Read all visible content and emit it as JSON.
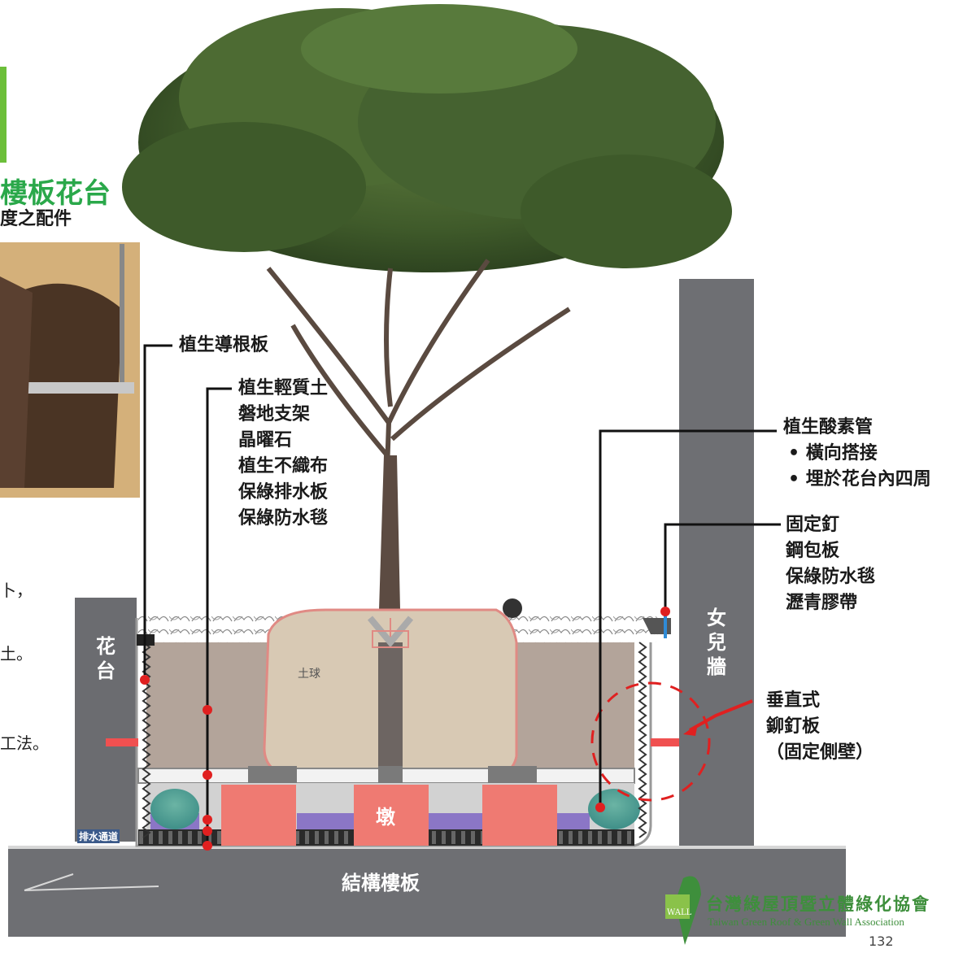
{
  "header": {
    "title_fragment": "樓板花台",
    "subtitle_fragment": "度之配件"
  },
  "side_text": [
    "卜，",
    "土。",
    "工法。"
  ],
  "labels": {
    "root_guide": "植生導根板",
    "soil_group": [
      "植生輕質土",
      "磐地支架",
      "晶曜石",
      "植生不織布",
      "保綠排水板",
      "保綠防水毯"
    ],
    "oxygen_pipe": "植生酸素管",
    "oxygen_notes": [
      "• 橫向搭接",
      "• 埋於花台內四周"
    ],
    "fixing_group": [
      "固定釘",
      "鋼包板",
      "保綠防水毯",
      "瀝青膠帶"
    ],
    "rivet_group": [
      "垂直式",
      "鉚釘板",
      "（固定側壁）"
    ],
    "planter": "花台",
    "parapet": "女兒牆",
    "root_ball": "土球",
    "pier": "墩",
    "drain_channel": "排水通道",
    "slab": "結構樓板"
  },
  "logo": {
    "zh": "台灣綠屋頂暨立體綠化協會",
    "en": "Taiwan Green Roof & Green Wall Association"
  },
  "page_number": "132",
  "colors": {
    "green": "#2aa84a",
    "slab": "#6e6f73",
    "soil": "#b3a49a",
    "rootball": "#d8c9b4",
    "pier": "#ef7a72",
    "red": "#e02020"
  }
}
